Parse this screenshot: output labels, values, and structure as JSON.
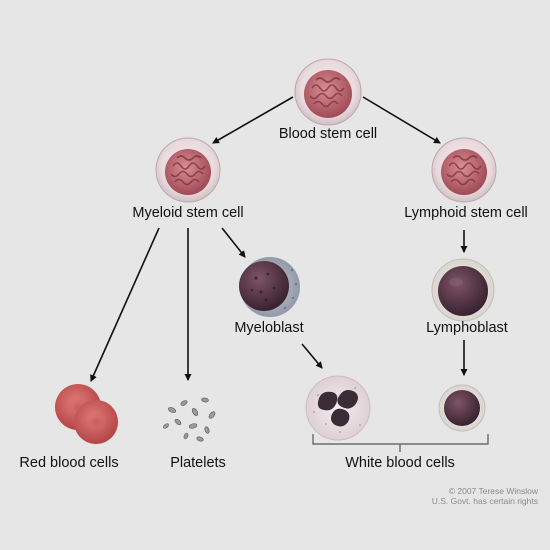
{
  "nodes": {
    "blood_stem_cell": "Blood stem cell",
    "myeloid_stem_cell": "Myeloid stem cell",
    "lymphoid_stem_cell": "Lymphoid stem cell",
    "myeloblast": "Myeloblast",
    "lymphoblast": "Lymphoblast",
    "red_blood_cells": "Red blood cells",
    "platelets": "Platelets",
    "white_blood_cells": "White blood cells"
  },
  "credit": {
    "line1": "© 2007 Terese Winslow",
    "line2": "U.S. Govt. has certain rights"
  },
  "colors": {
    "background": "#e6e6e6",
    "arrow": "#111111",
    "stem_cell_nucleus": "#b8616b",
    "red_blood_cell": "#c9595a",
    "blast_nucleus": "#4a2f3f",
    "neutrophil_nucleus": "#3a2b35"
  }
}
